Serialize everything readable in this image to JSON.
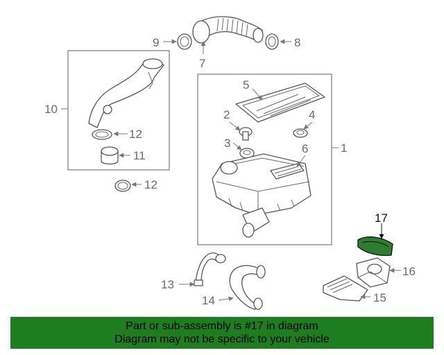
{
  "callouts": {
    "c1": "1",
    "c2": "2",
    "c3": "3",
    "c4": "4",
    "c5": "5",
    "c6": "6",
    "c7": "7",
    "c8": "8",
    "c9": "9",
    "c10": "10",
    "c11": "11",
    "c12a": "12",
    "c12b": "12",
    "c13": "13",
    "c14": "14",
    "c15": "15",
    "c16": "16",
    "c17": "17"
  },
  "highlight": {
    "part": "17",
    "color": "#2e7d32"
  },
  "banner": {
    "line1": "Part or sub-assembly is #17 in diagram",
    "line2": "Diagram may not be specific to your vehicle",
    "color": "#1e7d1e"
  }
}
